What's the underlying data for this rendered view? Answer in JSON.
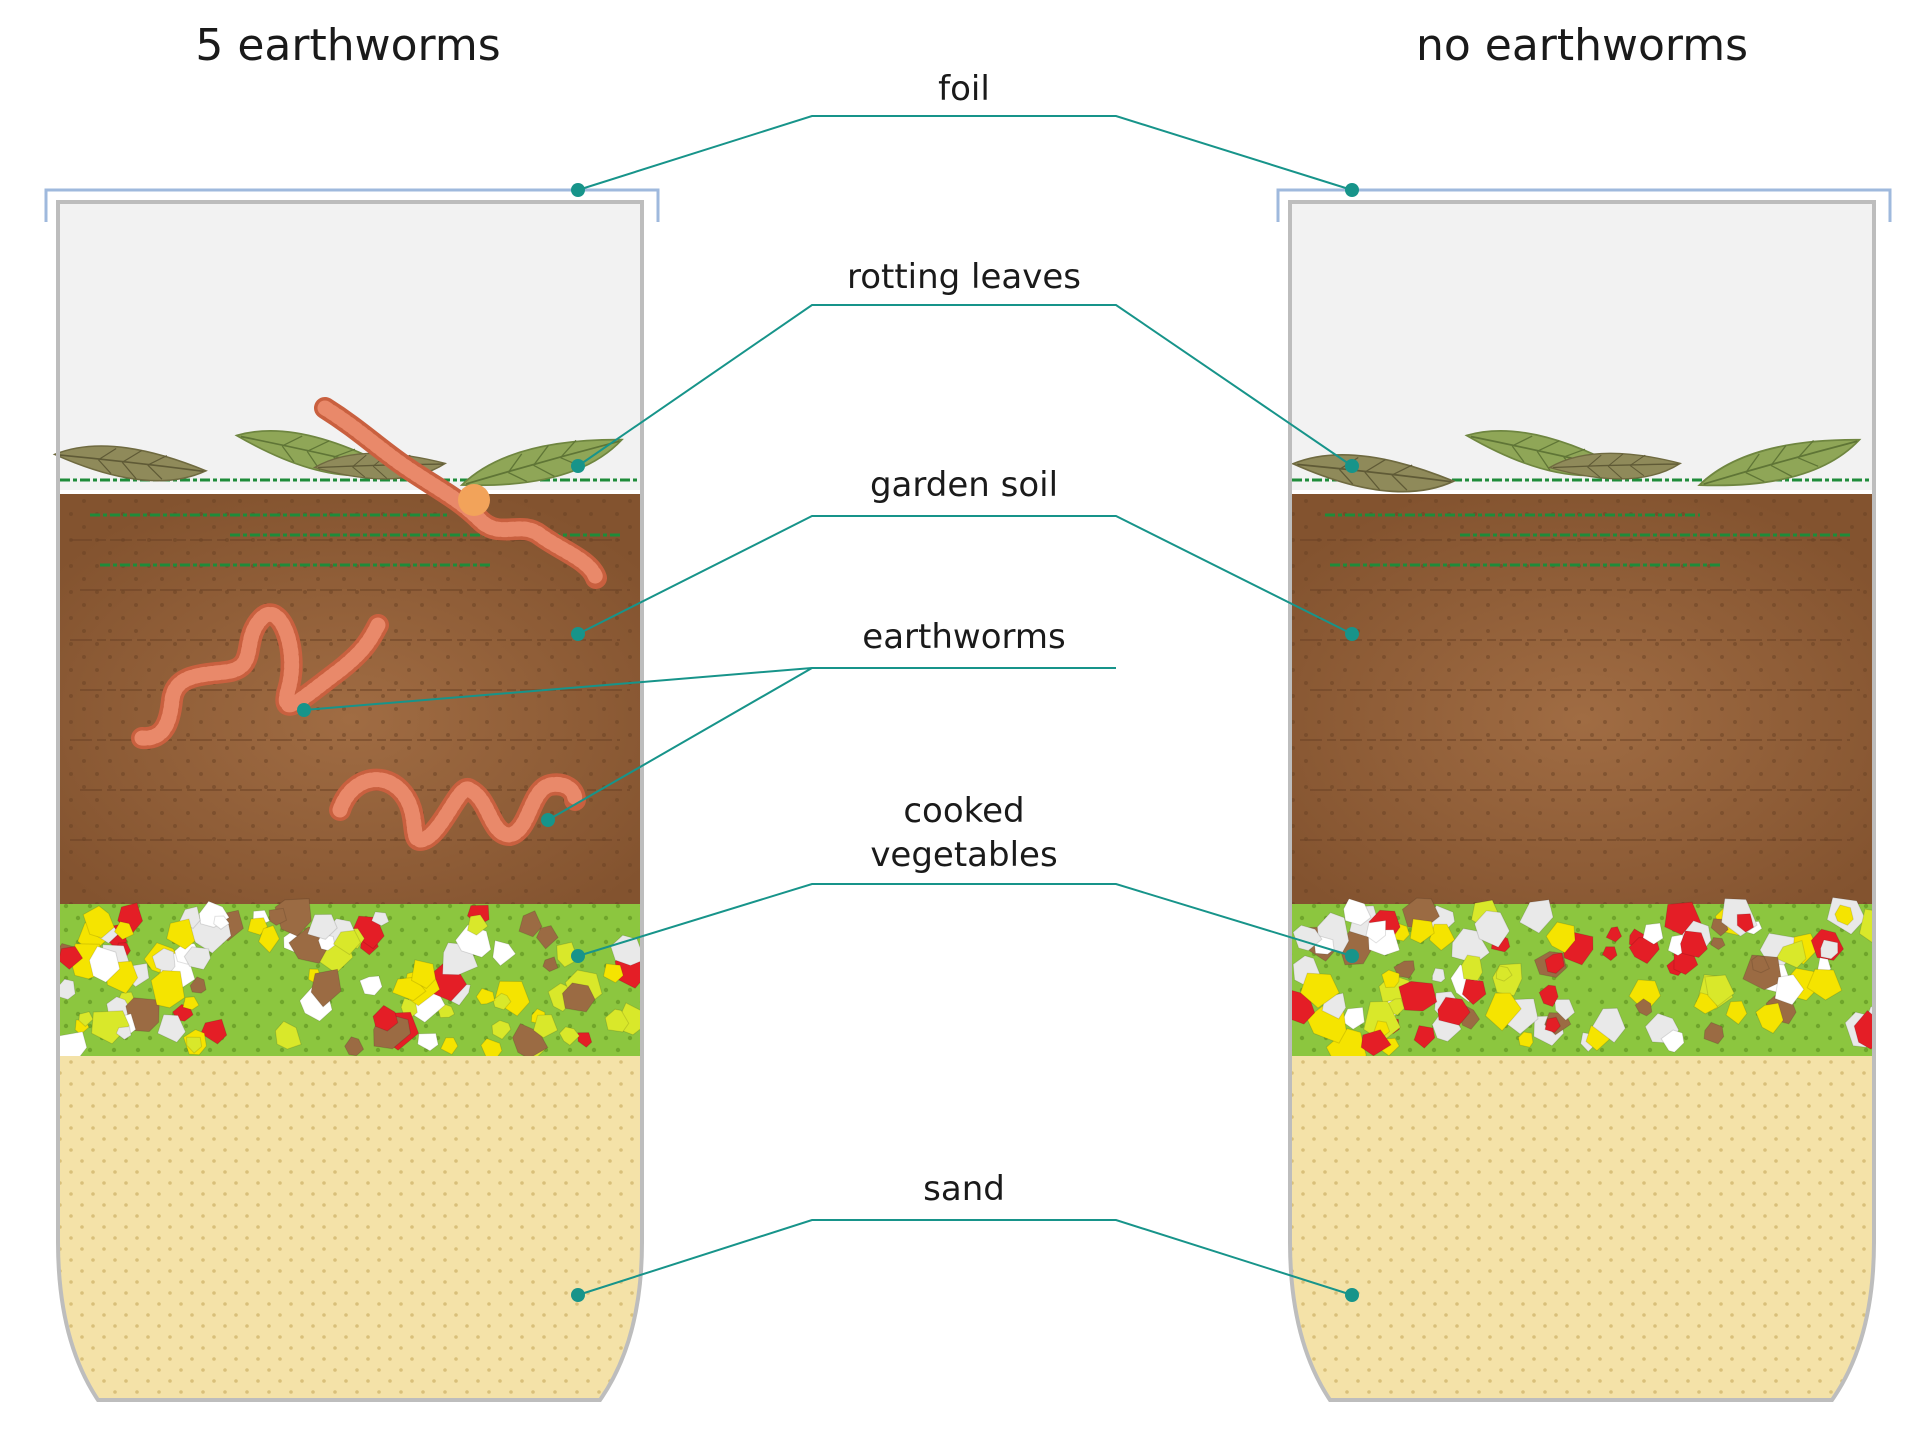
{
  "diagram": {
    "left_title": "5 earthworms",
    "right_title": "no earthworms",
    "labels": {
      "foil": "foil",
      "rotting_leaves": "rotting leaves",
      "garden_soil": "garden soil",
      "earthworms": "earthworms",
      "cooked_vegetables_line1": "cooked",
      "cooked_vegetables_line2": "vegetables",
      "sand": "sand"
    },
    "colors": {
      "air": "#f2f2f2",
      "soil": "#8a5a36",
      "vegetable_layer": "#8cc63f",
      "sand": "#f4e2a8",
      "leader_line": "#17948a",
      "foil": "#9fb9dd",
      "worm": "#e07f5c",
      "leaf": "#8fa657"
    }
  }
}
